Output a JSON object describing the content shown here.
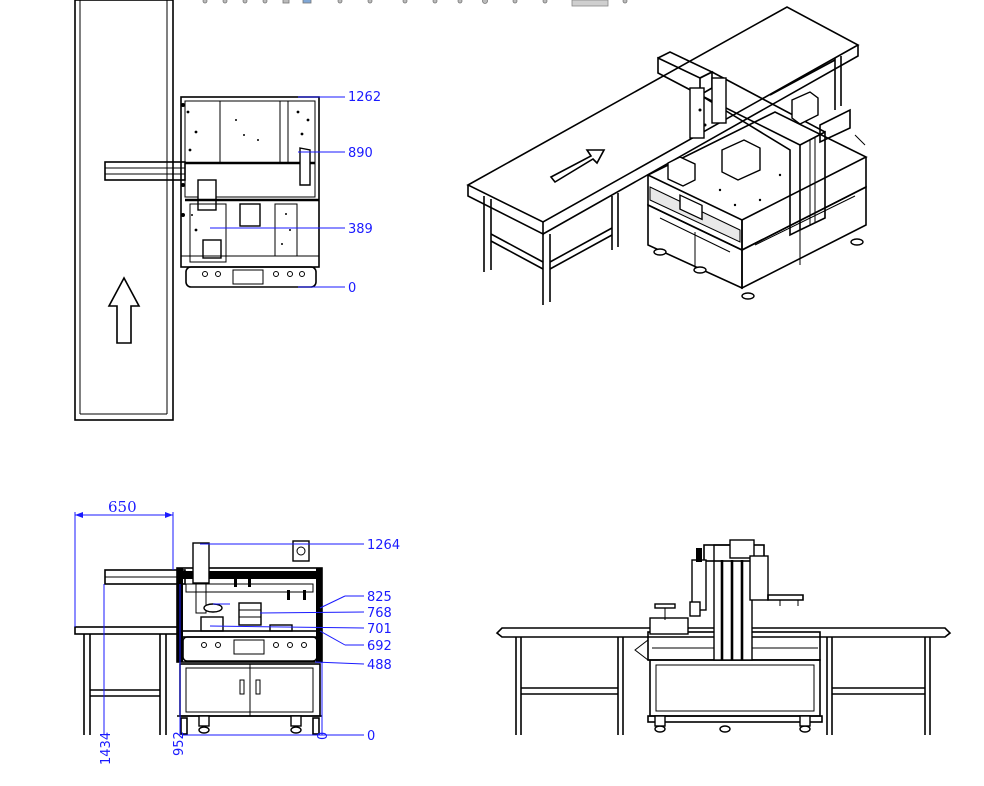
{
  "top_view": {
    "dims": {
      "d1262": "1262",
      "d890": "890",
      "d389": "389",
      "d0": "0"
    }
  },
  "front_view": {
    "dims": {
      "d650": "650",
      "d1264": "1264",
      "d825": "825",
      "d768": "768",
      "d701": "701",
      "d692": "692",
      "d488": "488",
      "d0": "0",
      "d1434": "1434",
      "d952": "952"
    }
  },
  "colors": {
    "dimension": "#1a1aff",
    "line": "#000000",
    "background": "#ffffff"
  }
}
